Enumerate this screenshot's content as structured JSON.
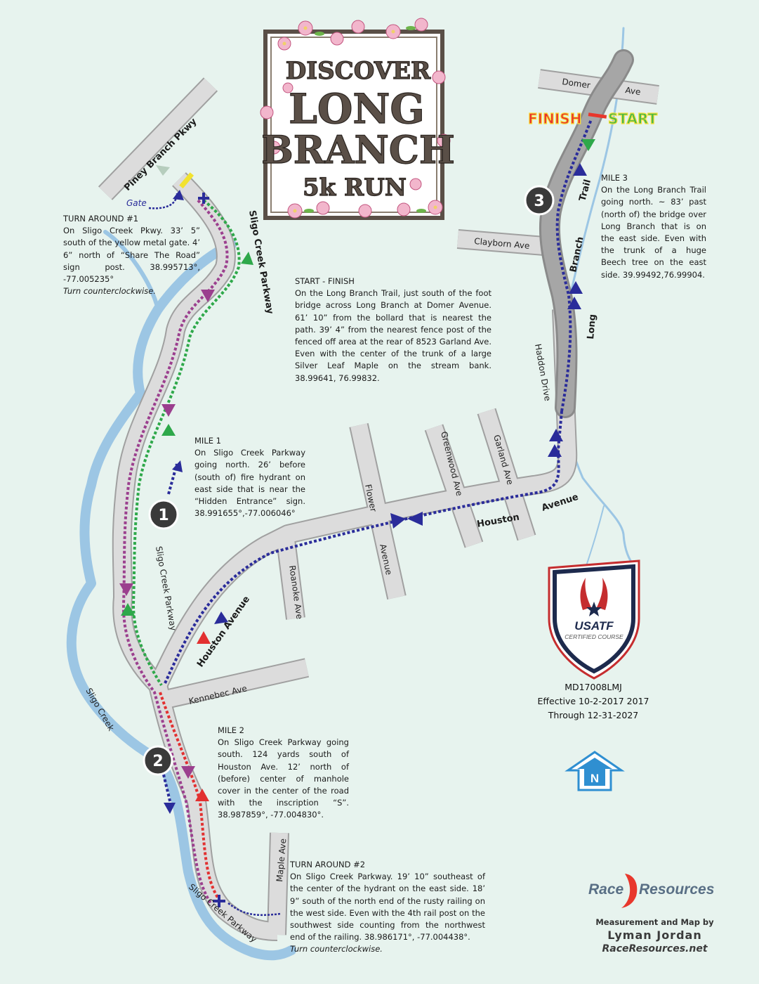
{
  "title": {
    "line1": "DISCOVER",
    "line2": "LONG",
    "line3": "BRANCH",
    "line4": "5k RUN"
  },
  "banner": {
    "finish": "FINISH",
    "start": "START"
  },
  "streets": {
    "piney_branch": "Piney Branch Pkwy",
    "gate": "Gate",
    "sligo_parkway_upper": "Sligo Creek Parkway",
    "sligo_parkway_mid": "Sligo Creek Parkway",
    "sligo_parkway_lower": "Sligo Creek Parkway",
    "sligo_creek": "Sligo Creek",
    "domer": "Domer",
    "ave": "Ave",
    "clayborn": "Clayborn Ave",
    "trail": "Trail",
    "branch": "Branch",
    "long": "Long",
    "haddon": "Haddon Drive",
    "greenwood": "Greenwood Ave",
    "garland": "Garland Ave",
    "flower": "Flower",
    "avenue_flower": "Avenue",
    "houston": "Houston",
    "avenue_houston": "Avenue",
    "roanoke": "Roanoke Ave",
    "houston_avenue": "Houston Avenue",
    "kennebec": "Kennebec Ave",
    "maple": "Maple Ave"
  },
  "mile_markers": [
    "1",
    "2",
    "3"
  ],
  "notes": {
    "turn1": {
      "head": "TURN AROUND #1",
      "body": "On Sligo Creek Pkwy. 33’ 5” south of the yellow metal gate. 4’ 6” north of “Share The Road” sign post. 38.995713°, -77.005235°",
      "italic": "Turn counterclockwise."
    },
    "mile1": {
      "head": "MILE 1",
      "body": "On Sligo Creek Parkway going north. 26’ before (south of) fire hydrant on east side that is near the “Hidden Entrance” sign. 38.991655°,-77.006046°"
    },
    "start_finish": {
      "head": "START - FINISH",
      "body": "On the Long Branch Trail, just south of the foot bridge across Long Branch at Domer Avenue. 61’ 10” from the bollard that is nearest the path. 39’ 4” from the nearest fence post of the fenced off area at the rear of 8523 Garland Ave. Even with the center of the trunk of a large Silver Leaf Maple on the stream bank. 38.99641, 76.99832."
    },
    "mile3": {
      "head": "MILE 3",
      "body": "On the Long Branch Trail going north. ~ 83’ past (north of) the bridge over Long Branch that is on the east side. Even with the trunk of a huge Beech tree on the east side. 39.99492,76.99904."
    },
    "mile2": {
      "head": "MILE 2",
      "body": "On Sligo Creek Parkway going south. 124 yards south of Houston Ave. 12’ north of (before) center of manhole cover in the center of the road with the inscription “S”. 38.987859°, -77.004830°."
    },
    "turn2": {
      "head": "TURN AROUND #2",
      "body": "On Sligo Creek Parkway. 19’ 10” southeast of the center of the hydrant on the east side. 18’ 9” south of the north end of the rusty railing on the west side. Even with the 4th rail post on the southwest side counting from the northwest end of the railing. 38.986171°, -77.004438°.",
      "italic": "Turn counterclockwise."
    }
  },
  "badge": {
    "name": "USATF",
    "sub": "CERTIFIED COURSE"
  },
  "certification": {
    "code": "MD17008LMJ",
    "effective": "Effective 10-2-2017 2017",
    "through": "Through 12-31-2027"
  },
  "north": "N",
  "logo": {
    "race": "Race",
    "resources": "Resources"
  },
  "credit": {
    "line1": "Measurement and Map by",
    "line2": "Lyman Jordan",
    "line3": "RaceResources.net"
  },
  "colors": {
    "road": "#dcdcdc",
    "trail": "#9e9e9e",
    "creek": "#9cc6e4",
    "green": "#2ea84a",
    "purple": "#9b3f8e",
    "red": "#e23030",
    "blue": "#2a2c9a",
    "finish": "#e8372c",
    "start": "#4cb848"
  }
}
